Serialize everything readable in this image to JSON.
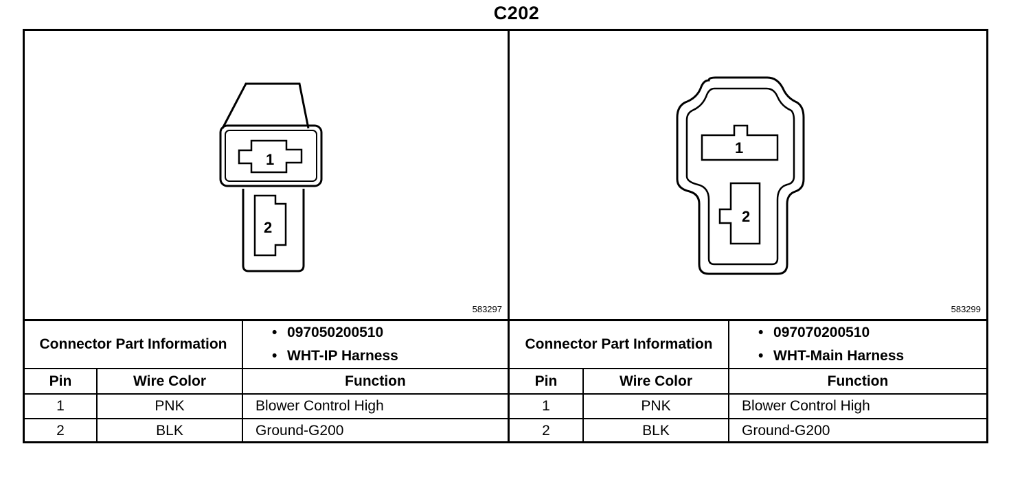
{
  "title": "C202",
  "left": {
    "figure_id": "583297",
    "pin_labels": [
      "1",
      "2"
    ],
    "connector_part_label": "Connector Part Information",
    "part_items": [
      "097050200510",
      "WHT-IP Harness"
    ],
    "headers": {
      "pin": "Pin",
      "wire_color": "Wire Color",
      "function": "Function"
    },
    "rows": [
      {
        "pin": "1",
        "wire_color": "PNK",
        "function": "Blower Control High"
      },
      {
        "pin": "2",
        "wire_color": "BLK",
        "function": "Ground-G200"
      }
    ]
  },
  "right": {
    "figure_id": "583299",
    "pin_labels": [
      "1",
      "2"
    ],
    "connector_part_label": "Connector Part Information",
    "part_items": [
      "097070200510",
      "WHT-Main Harness"
    ],
    "headers": {
      "pin": "Pin",
      "wire_color": "Wire Color",
      "function": "Function"
    },
    "rows": [
      {
        "pin": "1",
        "wire_color": "PNK",
        "function": "Blower Control High"
      },
      {
        "pin": "2",
        "wire_color": "BLK",
        "function": "Ground-G200"
      }
    ]
  },
  "bullet": "•"
}
